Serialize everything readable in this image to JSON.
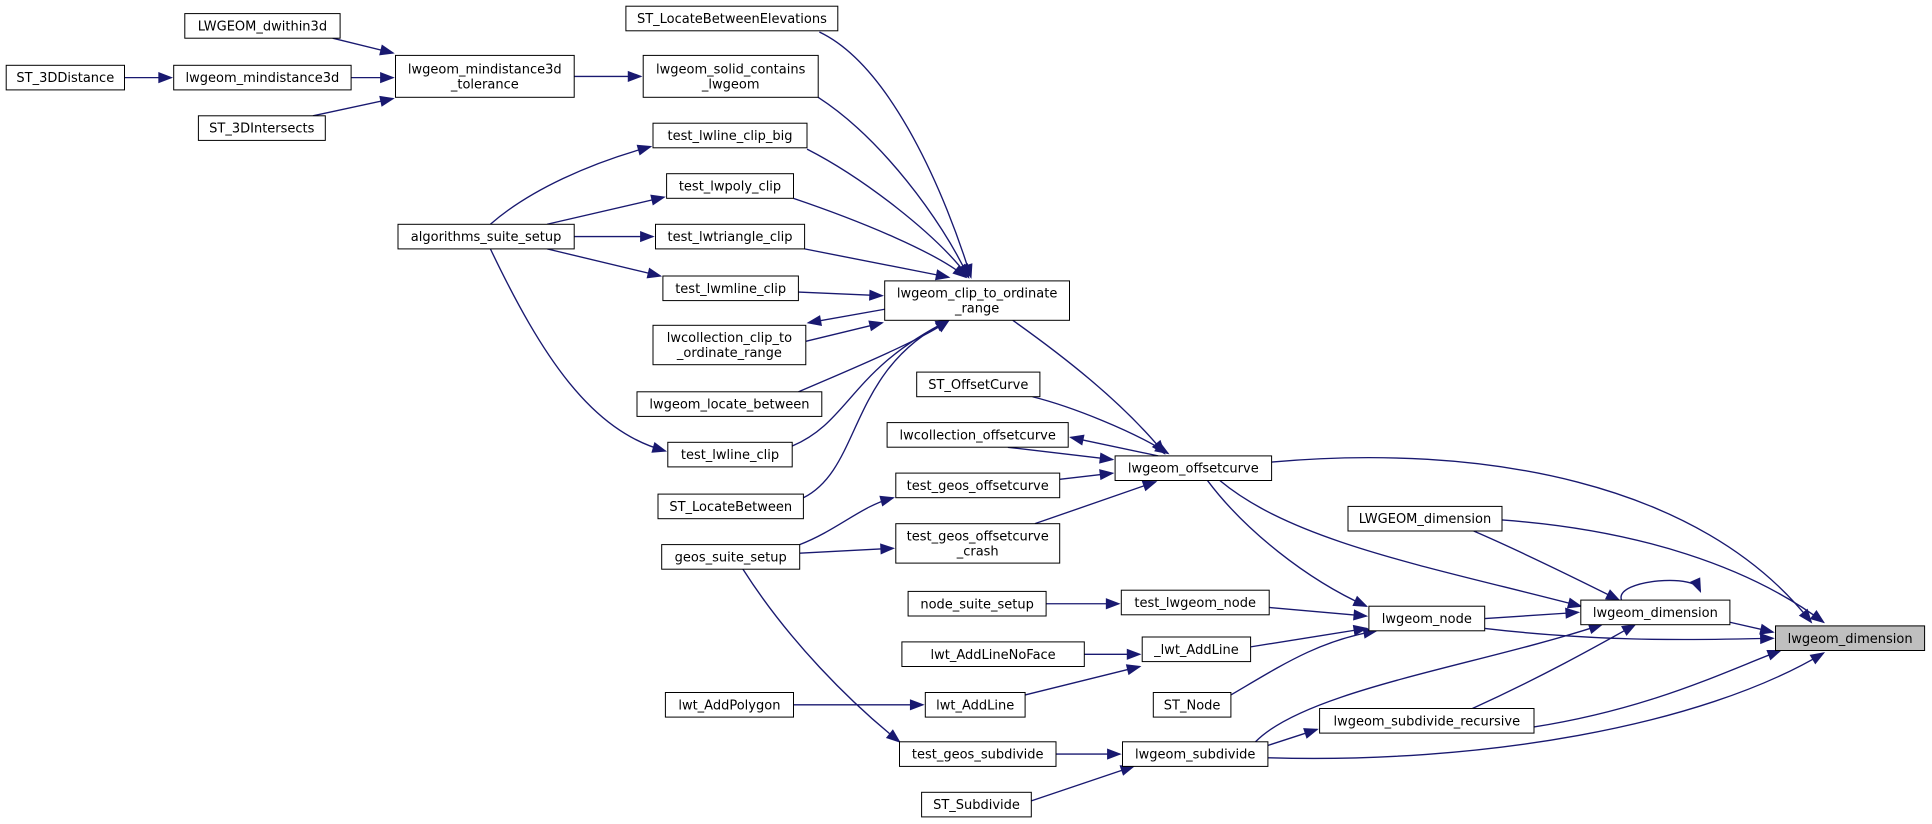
{
  "title": "",
  "colors": {
    "edge": "#191970",
    "node_border": "#000000",
    "root_fill": "#bfbfbf",
    "node_fill": "#ffffff"
  },
  "nodes": [
    {
      "id": "n1",
      "label": "LWGEOM_dwithin3d"
    },
    {
      "id": "n2",
      "label": "ST_LocateBetweenElevations"
    },
    {
      "id": "n3",
      "label": "ST_3DDistance"
    },
    {
      "id": "n4",
      "label": "lwgeom_mindistance3d"
    },
    {
      "id": "n5",
      "label": "lwgeom_mindistance3d\n_tolerance"
    },
    {
      "id": "n6",
      "label": "lwgeom_solid_contains\n_lwgeom"
    },
    {
      "id": "n7",
      "label": "ST_3DIntersects"
    },
    {
      "id": "n8",
      "label": "test_lwline_clip_big"
    },
    {
      "id": "n9",
      "label": "test_lwpoly_clip"
    },
    {
      "id": "n10",
      "label": "algorithms_suite_setup"
    },
    {
      "id": "n11",
      "label": "test_lwtriangle_clip"
    },
    {
      "id": "n12",
      "label": "test_lwmline_clip"
    },
    {
      "id": "n13",
      "label": "lwgeom_clip_to_ordinate\n_range"
    },
    {
      "id": "n14",
      "label": "lwcollection_clip_to\n_ordinate_range"
    },
    {
      "id": "n15",
      "label": "lwgeom_locate_between"
    },
    {
      "id": "n16",
      "label": "ST_OffsetCurve"
    },
    {
      "id": "n17",
      "label": "lwcollection_offsetcurve"
    },
    {
      "id": "n18",
      "label": "test_lwline_clip"
    },
    {
      "id": "n19",
      "label": "lwgeom_offsetcurve"
    },
    {
      "id": "n20",
      "label": "test_geos_offsetcurve"
    },
    {
      "id": "n21",
      "label": "ST_LocateBetween"
    },
    {
      "id": "n22",
      "label": "LWGEOM_dimension"
    },
    {
      "id": "n23",
      "label": "test_geos_offsetcurve\n_crash"
    },
    {
      "id": "n24",
      "label": "geos_suite_setup"
    },
    {
      "id": "n25",
      "label": "node_suite_setup"
    },
    {
      "id": "n26",
      "label": "test_lwgeom_node"
    },
    {
      "id": "n27",
      "label": "lwgeom_node"
    },
    {
      "id": "n28",
      "label": "lwgeom_dimension"
    },
    {
      "id": "n29",
      "label": "lwgeom_dimension"
    },
    {
      "id": "n30",
      "label": "lwt_AddLineNoFace"
    },
    {
      "id": "n31",
      "label": "_lwt_AddLine"
    },
    {
      "id": "n32",
      "label": "ST_Node"
    },
    {
      "id": "n33",
      "label": "lwt_AddPolygon"
    },
    {
      "id": "n34",
      "label": "lwt_AddLine"
    },
    {
      "id": "n35",
      "label": "lwgeom_subdivide_recursive"
    },
    {
      "id": "n36",
      "label": "test_geos_subdivide"
    },
    {
      "id": "n37",
      "label": "lwgeom_subdivide"
    },
    {
      "id": "n38",
      "label": "ST_Subdivide"
    }
  ],
  "edges": [
    {
      "from": "n1",
      "to": "n5"
    },
    {
      "from": "n3",
      "to": "n4"
    },
    {
      "from": "n4",
      "to": "n5"
    },
    {
      "from": "n7",
      "to": "n5"
    },
    {
      "from": "n5",
      "to": "n6"
    },
    {
      "from": "n2",
      "to": "n13"
    },
    {
      "from": "n6",
      "to": "n13"
    },
    {
      "from": "n10",
      "to": "n8"
    },
    {
      "from": "n10",
      "to": "n9"
    },
    {
      "from": "n10",
      "to": "n11"
    },
    {
      "from": "n10",
      "to": "n12"
    },
    {
      "from": "n10",
      "to": "n18"
    },
    {
      "from": "n8",
      "to": "n13"
    },
    {
      "from": "n9",
      "to": "n13"
    },
    {
      "from": "n11",
      "to": "n13"
    },
    {
      "from": "n12",
      "to": "n13"
    },
    {
      "from": "n13",
      "to": "n14"
    },
    {
      "from": "n14",
      "to": "n13"
    },
    {
      "from": "n15",
      "to": "n13"
    },
    {
      "from": "n18",
      "to": "n13"
    },
    {
      "from": "n21",
      "to": "n13"
    },
    {
      "from": "n13",
      "to": "n19"
    },
    {
      "from": "n16",
      "to": "n19"
    },
    {
      "from": "n19",
      "to": "n17"
    },
    {
      "from": "n17",
      "to": "n19"
    },
    {
      "from": "n20",
      "to": "n19"
    },
    {
      "from": "n23",
      "to": "n19"
    },
    {
      "from": "n24",
      "to": "n20"
    },
    {
      "from": "n24",
      "to": "n23"
    },
    {
      "from": "n24",
      "to": "n36"
    },
    {
      "from": "n19",
      "to": "n27"
    },
    {
      "from": "n19",
      "to": "n28"
    },
    {
      "from": "n19",
      "to": "n29"
    },
    {
      "from": "n22",
      "to": "n28"
    },
    {
      "from": "n22",
      "to": "n29"
    },
    {
      "from": "n25",
      "to": "n26"
    },
    {
      "from": "n26",
      "to": "n27"
    },
    {
      "from": "n30",
      "to": "n31"
    },
    {
      "from": "n31",
      "to": "n27"
    },
    {
      "from": "n32",
      "to": "n27"
    },
    {
      "from": "n33",
      "to": "n34"
    },
    {
      "from": "n34",
      "to": "n31"
    },
    {
      "from": "n27",
      "to": "n28"
    },
    {
      "from": "n27",
      "to": "n29"
    },
    {
      "from": "n28",
      "to": "n28"
    },
    {
      "from": "n28",
      "to": "n29"
    },
    {
      "from": "n35",
      "to": "n28"
    },
    {
      "from": "n35",
      "to": "n29"
    },
    {
      "from": "n36",
      "to": "n37"
    },
    {
      "from": "n38",
      "to": "n37"
    },
    {
      "from": "n37",
      "to": "n35"
    },
    {
      "from": "n37",
      "to": "n28"
    },
    {
      "from": "n37",
      "to": "n29"
    }
  ]
}
